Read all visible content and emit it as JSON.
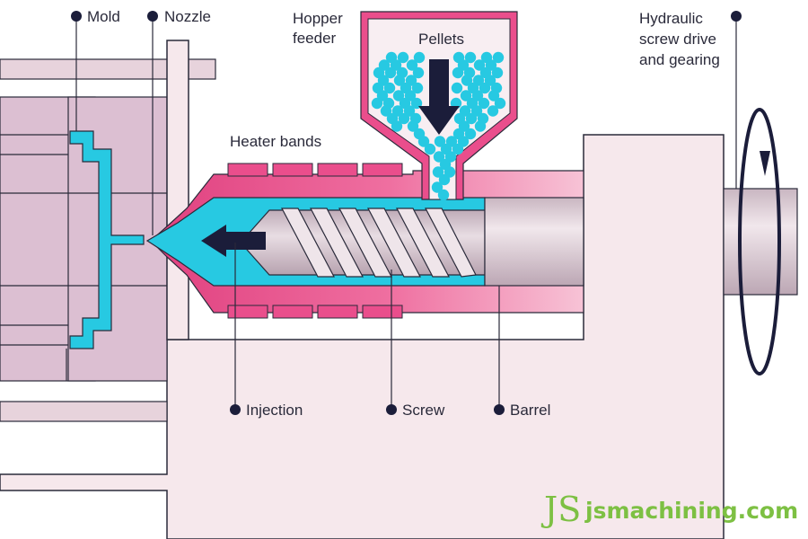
{
  "labels": {
    "mold": "Mold",
    "nozzle": "Nozzle",
    "hopper_line1": "Hopper",
    "hopper_line2": "feeder",
    "pellets": "Pellets",
    "hydraulic_line1": "Hydraulic",
    "hydraulic_line2": "screw drive",
    "hydraulic_line3": "and gearing",
    "heater_bands": "Heater bands",
    "injection": "Injection",
    "screw": "Screw",
    "barrel": "Barrel"
  },
  "watermark": {
    "logo_text": "JS",
    "site": "jsmachining.com"
  },
  "colors": {
    "outline": "#2a2a3a",
    "machine_fill": "#f6e8ec",
    "mold_fill": "#dcbfd2",
    "magenta": "#ea4e8c",
    "light_pink": "#f2a7c3",
    "cyan": "#27c9e2",
    "screw_grey": "#cdbcc6",
    "arrow_dark": "#1b1d3a",
    "watermark_green": "#7dc043"
  }
}
